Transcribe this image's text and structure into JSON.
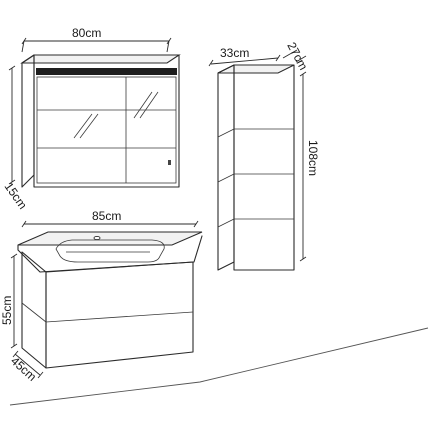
{
  "labels": {
    "mirror_cabinet_width": "80cm",
    "mirror_cabinet_depth": "15cm",
    "tall_cabinet_width": "33cm",
    "tall_cabinet_depth": "27cm",
    "tall_cabinet_height": "108cm",
    "vanity_width": "85cm",
    "vanity_height": "55cm",
    "vanity_depth": "45cm"
  },
  "colors": {
    "line": "#2b2b2b",
    "led_strip": "#1e1e1e",
    "background": "#ffffff"
  }
}
